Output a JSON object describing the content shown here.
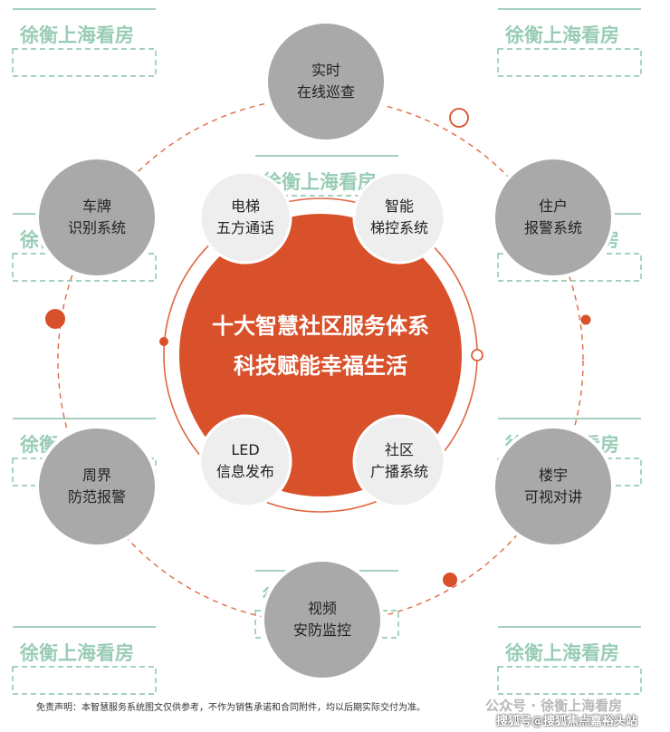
{
  "center": {
    "line1": "十大智慧社区服务体系",
    "line2": "科技赋能幸福生活"
  },
  "inner_nodes": [
    {
      "id": "elevator-five-way",
      "line1": "电梯",
      "line2": "五方通话"
    },
    {
      "id": "smart-elevator",
      "line1": "智能",
      "line2": "梯控系统"
    },
    {
      "id": "led-info",
      "line1": "LED",
      "line2": "信息发布"
    },
    {
      "id": "community-broadcast",
      "line1": "社区",
      "line2": "广播系统"
    }
  ],
  "outer_nodes": [
    {
      "id": "patrol",
      "line1": "实时",
      "line2": "在线巡查"
    },
    {
      "id": "plate-recognition",
      "line1": "车牌",
      "line2": "识别系统"
    },
    {
      "id": "resident-alarm",
      "line1": "住户",
      "line2": "报警系统"
    },
    {
      "id": "perimeter",
      "line1": "周界",
      "line2": "防范报警"
    },
    {
      "id": "intercom",
      "line1": "楼宇",
      "line2": "可视对讲"
    },
    {
      "id": "video-security",
      "line1": "视频",
      "line2": "安防监控"
    }
  ],
  "watermark": "徐衡上海看房",
  "disclaimer": "免责声明：本智慧服务系统图文仅供参考，不作为销售承诺和合同附件，均以后期实际交付为准。",
  "footer_watermark": "公众号 · 徐衡上海看房",
  "footer_credit": "搜狐号@搜狐焦点嘉裕头站",
  "colors": {
    "accent": "#d9512b",
    "node_fill": "#a9a9a9",
    "inner_node_fill": "#eeeeee",
    "watermark": "#86c3a8",
    "text": "#222222"
  }
}
